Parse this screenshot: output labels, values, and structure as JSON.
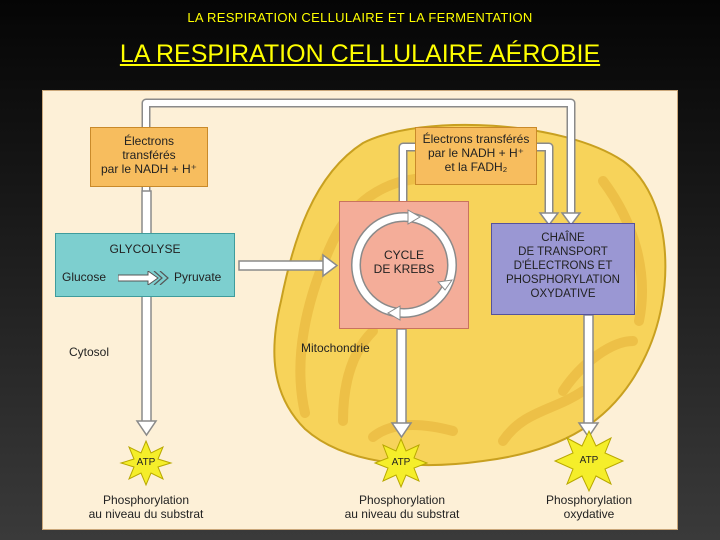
{
  "header": "LA RESPIRATION CELLULAIRE ET LA FERMENTATION",
  "title": "LA RESPIRATION CELLULAIRE AÉROBIE",
  "boxes": {
    "electrons_nadh": "Électrons\ntransférés\npar le NADH + H⁺",
    "electrons_nadh_fadh": "Électrons transférés\npar le NADH + H⁺\net la FADH₂",
    "glycolyse_title": "GLYCOLYSE",
    "glucose": "Glucose",
    "pyruvate": "Pyruvate",
    "krebs": "CYCLE\nDE KREBS",
    "chaine": "CHAÎNE\nDE TRANSPORT\nD'ÉLECTRONS ET\nPHOSPHORYLATION\nOXYDATIVE"
  },
  "labels": {
    "cytosol": "Cytosol",
    "mitochondrie": "Mitochondrie",
    "atp1": "ATP",
    "atp2": "ATP",
    "atp3": "ATP",
    "phos1": "Phosphorylation\nau niveau du substrat",
    "phos2": "Phosphorylation\nau niveau du substrat",
    "phos3": "Phosphorylation\noxydative"
  },
  "colors": {
    "panel": "#fdf0d7",
    "mitochondria": "#f7d35a",
    "arrow_fill": "#ffffff",
    "arrow_stroke": "#8a8a8a",
    "atp_burst": "#f5ee2a"
  }
}
